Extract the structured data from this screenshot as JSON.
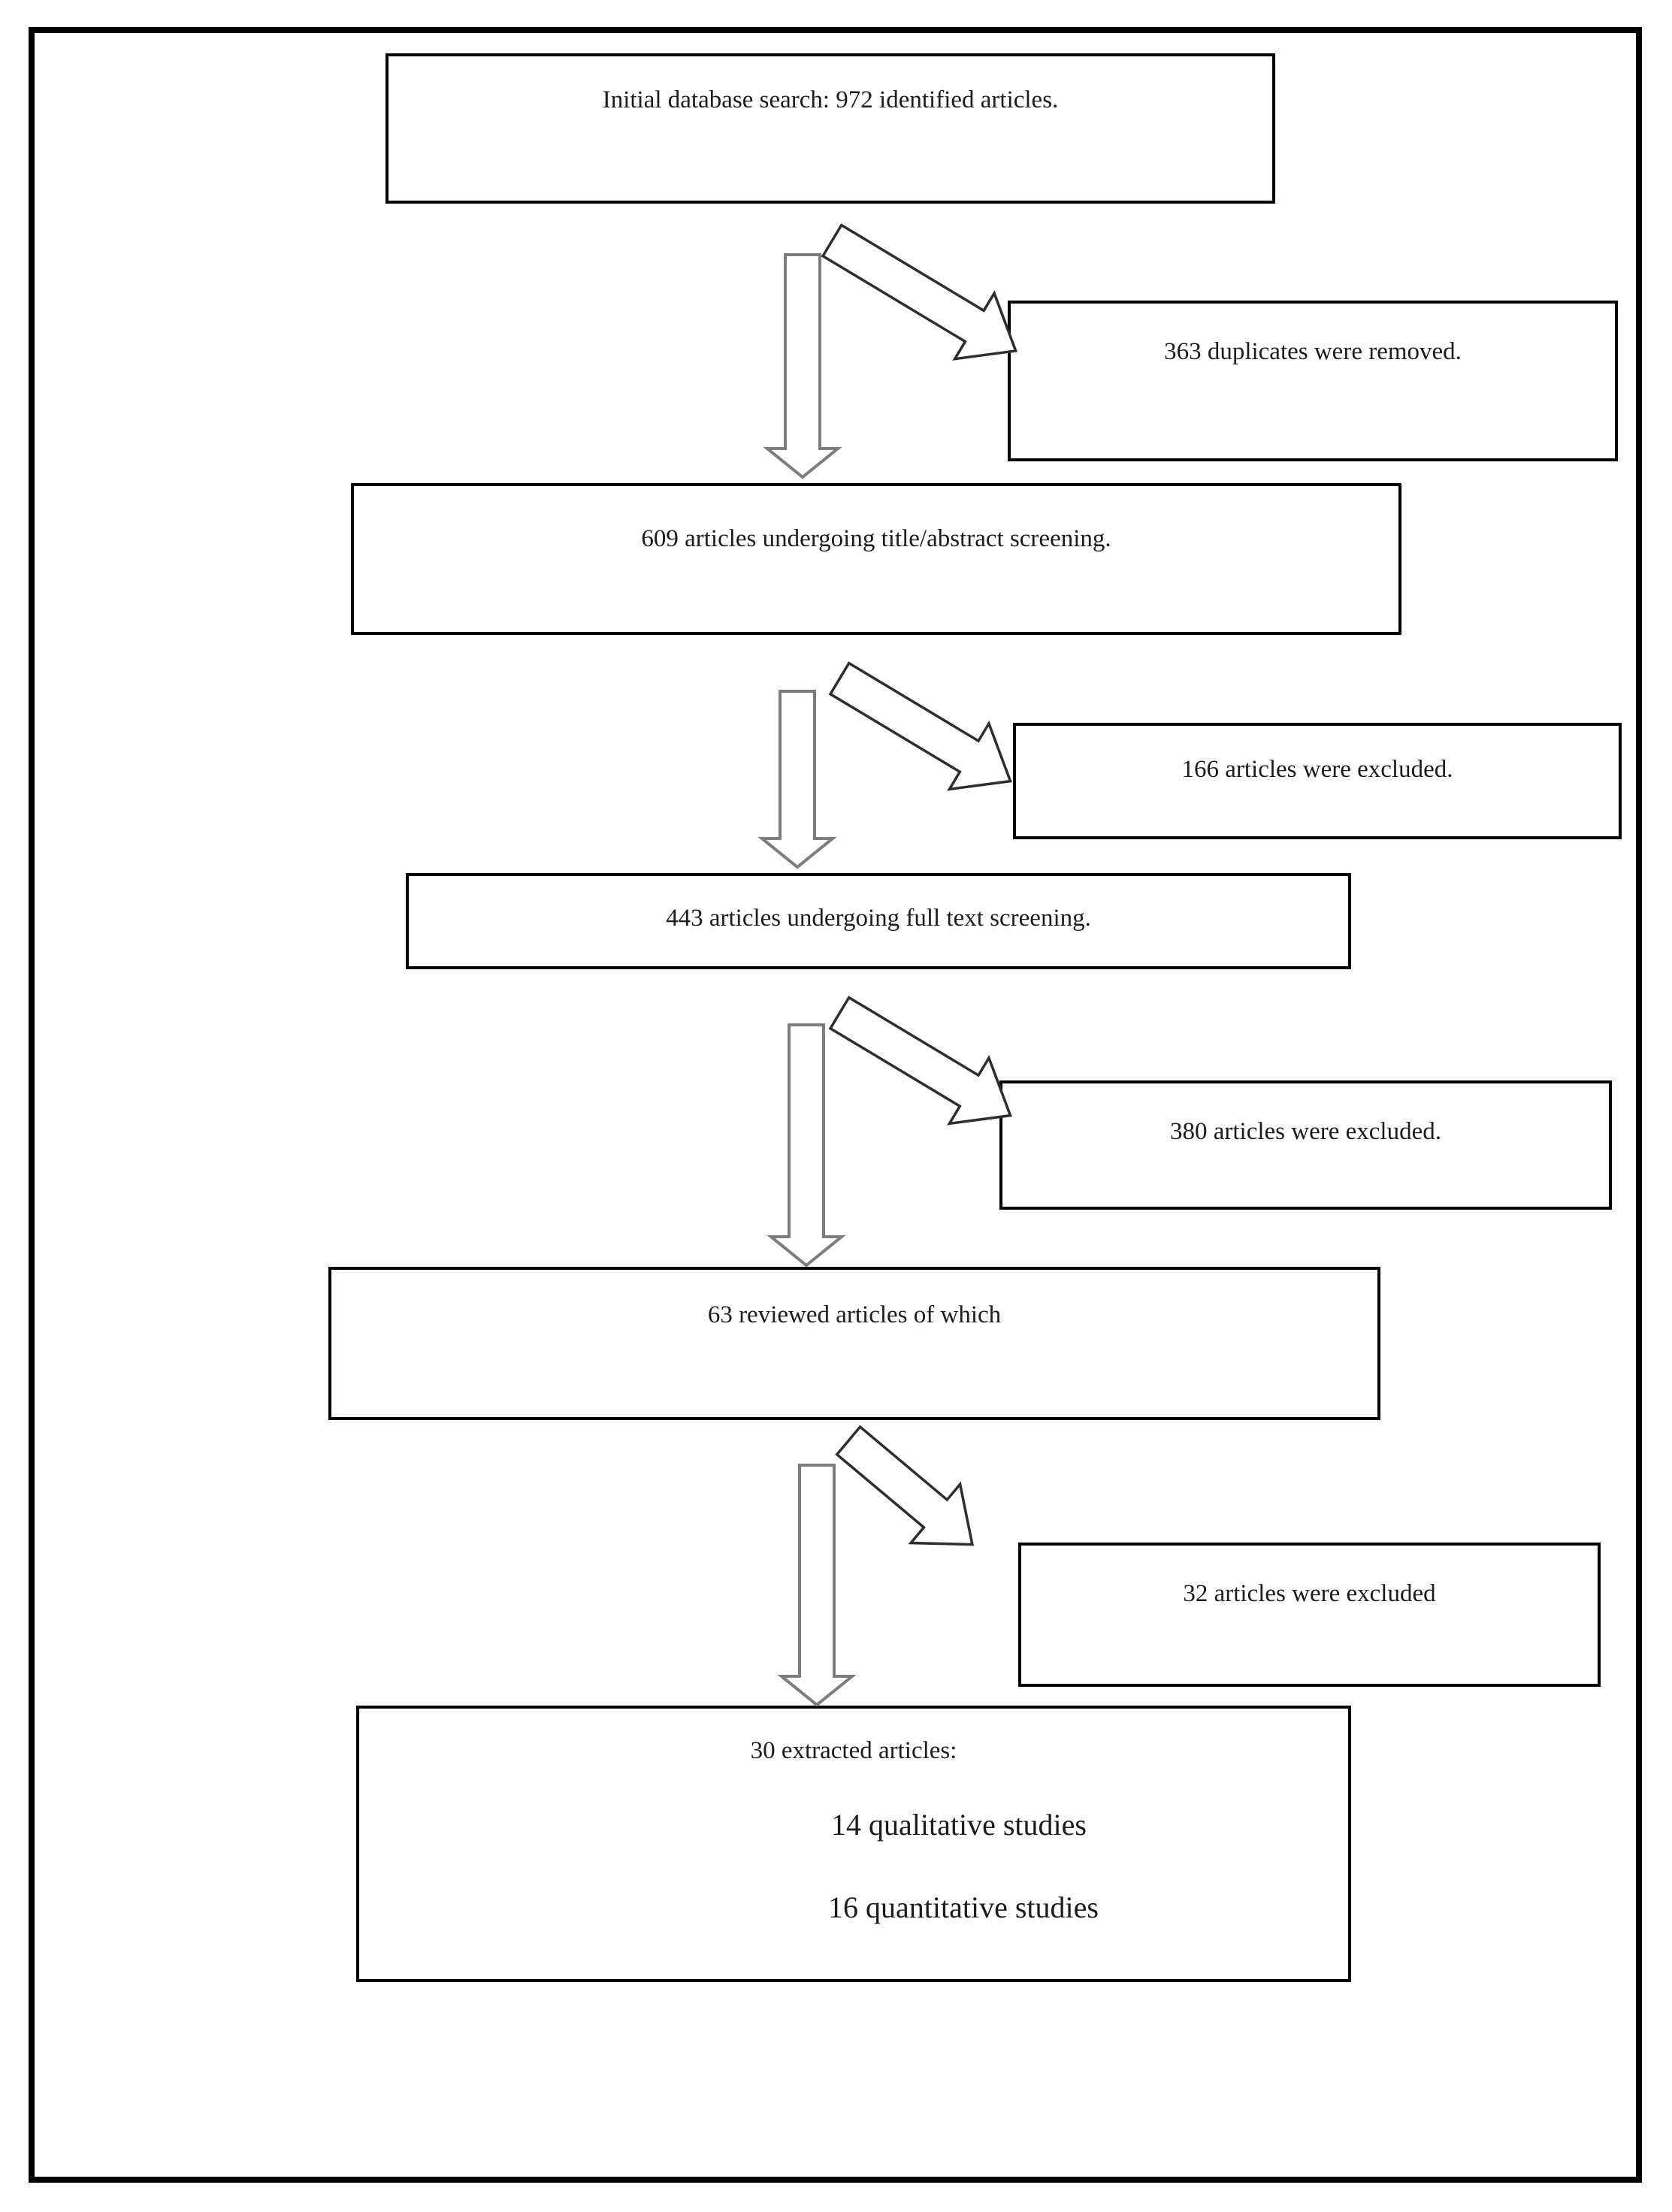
{
  "flowchart": {
    "nodes": [
      {
        "id": "initial-search",
        "label": "Initial database search: 972 identified articles."
      },
      {
        "id": "duplicates-removed",
        "label": "363 duplicates were removed."
      },
      {
        "id": "title-abstract-screening",
        "label": "609 articles undergoing title/abstract screening."
      },
      {
        "id": "excluded-title-abstract",
        "label": "166 articles were excluded."
      },
      {
        "id": "full-text-screening",
        "label": "443 articles undergoing full text screening."
      },
      {
        "id": "excluded-full-text",
        "label": "380 articles were excluded."
      },
      {
        "id": "reviewed-articles",
        "label": "63 reviewed articles of which"
      },
      {
        "id": "excluded-review",
        "label": "32 articles were excluded"
      },
      {
        "id": "extracted-articles",
        "lines": [
          "30 extracted articles:",
          "14 qualitative studies",
          "16 quantitative studies"
        ]
      }
    ],
    "edges": [
      {
        "from": "initial-search",
        "to": "title-abstract-screening",
        "type": "down-block-arrow"
      },
      {
        "from": "initial-search",
        "to": "duplicates-removed",
        "type": "diagonal-block-arrow"
      },
      {
        "from": "title-abstract-screening",
        "to": "full-text-screening",
        "type": "down-block-arrow"
      },
      {
        "from": "title-abstract-screening",
        "to": "excluded-title-abstract",
        "type": "diagonal-block-arrow"
      },
      {
        "from": "full-text-screening",
        "to": "reviewed-articles",
        "type": "down-block-arrow"
      },
      {
        "from": "full-text-screening",
        "to": "excluded-full-text",
        "type": "diagonal-block-arrow"
      },
      {
        "from": "reviewed-articles",
        "to": "extracted-articles",
        "type": "down-block-arrow"
      },
      {
        "from": "reviewed-articles",
        "to": "excluded-review",
        "type": "diagonal-block-arrow"
      }
    ],
    "colors": {
      "background": "#ffffff",
      "box_border": "#000000",
      "box_fill": "#ffffff",
      "text": "#1c1c1c",
      "down_arrow_outline": "#7d7d7d",
      "diagonal_arrow_outline": "#2e2e2e"
    }
  }
}
